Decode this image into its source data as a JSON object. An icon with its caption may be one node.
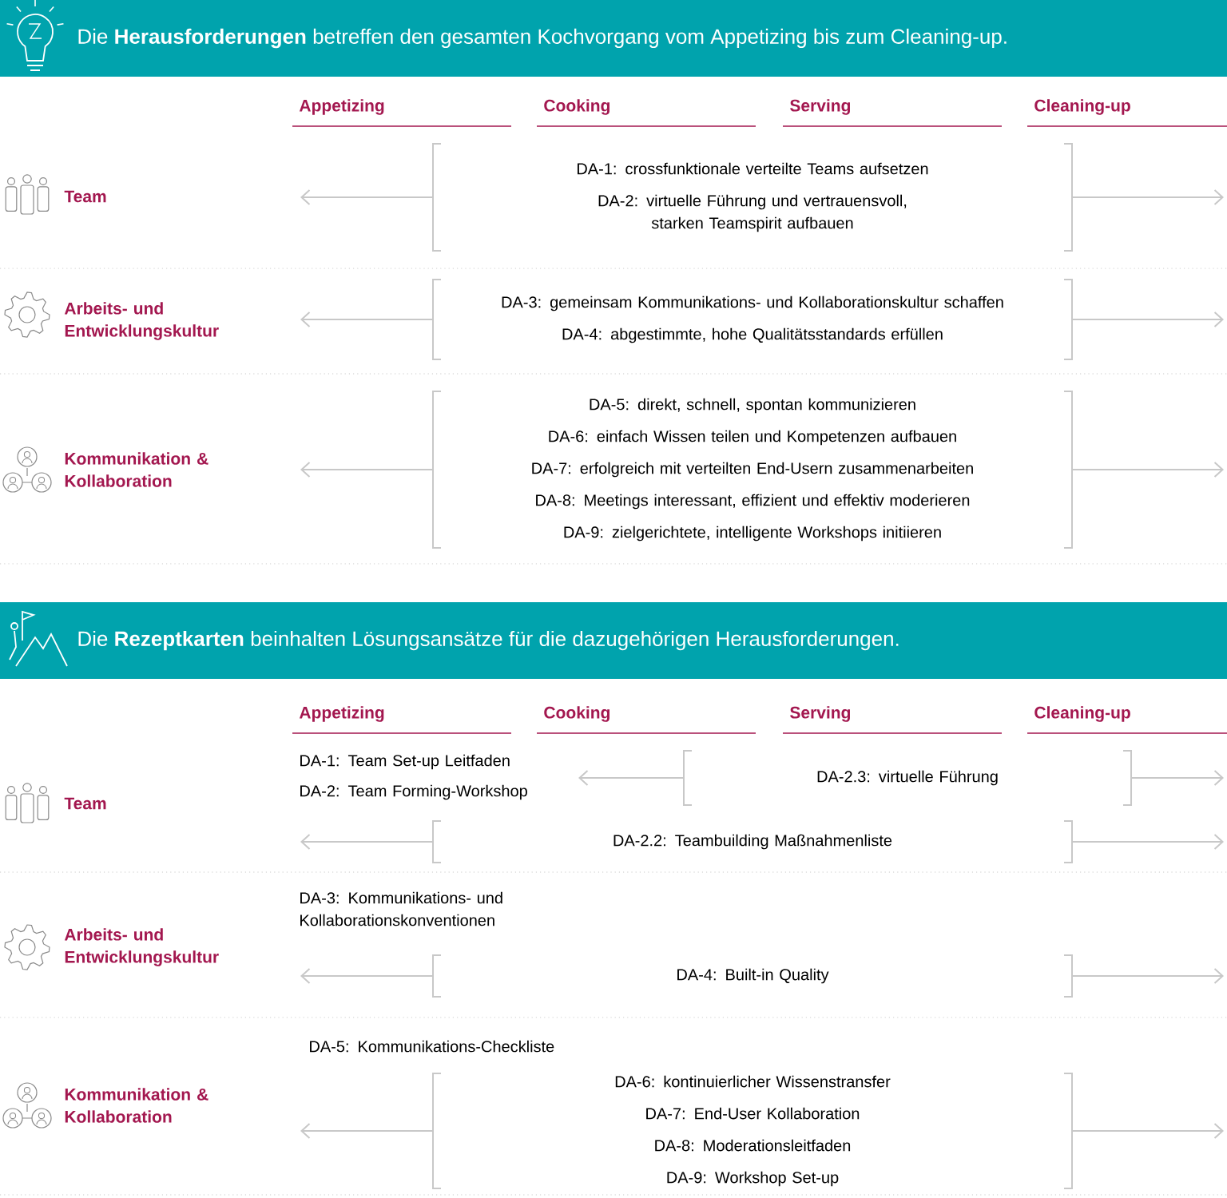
{
  "diagram": {
    "nodes": [
      {
        "text": [
          "Die **Herausforderungen** betreffen den gesamten Kochvorgang vom Appetizing bis zum Cleaning-up."
        ]
      },
      {
        "text": [
          "DA-1: crossfunktionale verteilte Teams aufsetzen",
          "DA-2: virtuelle Führung und vertrauensvoll, starken Teamspirit aufbauen"
        ]
      },
      {
        "text": [
          "DA-3: gemeinsam Kommunikations- und Kollaborationskultur schaffen",
          "DA-4: abgestimmte, hohe Qualitätsstandards erfüllen"
        ]
      },
      {
        "text": [
          "DA-5: direkt, schnell, spontan kommunizieren",
          "DA-6: einfach Wissen teilen und Kompetenzen aufbauen",
          "DA-7: erfolgreich mit verteilten End-Usern zusammenarbeiten",
          "DA-8: Meetings interessant, effizient und effektiv moderieren",
          "DA-9: zielgerichtete, intelligente Workshops initiieren"
        ]
      },
      {
        "text": [
          "Die **Rezeptkarten** beinhalten Lösungsansätze für die dazugehörigen Herausforderungen."
        ]
      },
      {
        "text": [
          "DA-2.3: virtuelle Führung"
        ]
      },
      {
        "text": [
          "DA-2.2: Teambuilding Maßnahmenliste"
        ]
      },
      {
        "text": [
          "DA-4: Built-in Quality"
        ]
      },
      {
        "text": [
          "DA-6: kontinuierlicher Wissenstransfer",
          "DA-7: End-User Kollaboration",
          "DA-8: Moderationsleitfaden",
          "DA-9: Workshop Set-up"
        ]
      }
    ],
    "edges": [
      {
        "from": 1,
        "to": null,
        "arrow": "to"
      },
      {
        "from": 1,
        "to": null,
        "arrow": "to"
      },
      {
        "from": 2,
        "to": null,
        "arrow": "to"
      },
      {
        "from": 2,
        "to": null,
        "arrow": "to"
      },
      {
        "from": 3,
        "to": null,
        "arrow": "to"
      },
      {
        "from": 3,
        "to": null,
        "arrow": "to"
      },
      {
        "from": 5,
        "to": null,
        "arrow": "to"
      },
      {
        "from": 5,
        "to": null,
        "arrow": "to"
      },
      {
        "from": 6,
        "to": null,
        "arrow": "to"
      },
      {
        "from": 6,
        "to": null,
        "arrow": "to"
      },
      {
        "from": 7,
        "to": null,
        "arrow": "to"
      },
      {
        "from": 7,
        "to": null,
        "arrow": "to"
      },
      {
        "from": 8,
        "to": null,
        "arrow": "to"
      },
      {
        "from": 8,
        "to": null,
        "arrow": "to"
      }
    ],
    "labels": [
      "Appetizing",
      "Cooking",
      "Serving",
      "Cleaning-up",
      "Team",
      "Arbeits- und Entwicklungskultur",
      "Kommunikation & Kollaboration",
      "Appetizing",
      "Cooking",
      "Serving",
      "Cleaning-up",
      "DA-1: Team Set-up Leitfaden",
      "DA-2: Team Forming-Workshop",
      "Team",
      "DA-3: Kommunikations- und Kollaborationskonventionen",
      "Arbeits- und Entwicklungskultur",
      "DA-5: Kommunikations-Checkliste",
      "Kommunikation & Kollaboration"
    ]
  }
}
